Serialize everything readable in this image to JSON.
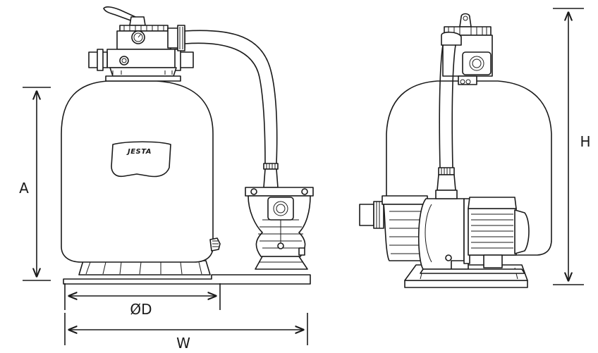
{
  "brand_label": "JESTA",
  "dimensions": {
    "a": "A",
    "diameter": "ØD",
    "width": "W",
    "height": "H"
  },
  "colors": {
    "line": "#1a1a1a",
    "background": "#ffffff"
  }
}
